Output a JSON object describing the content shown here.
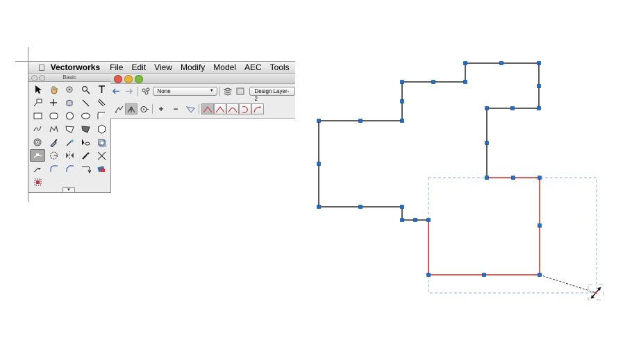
{
  "menubar": {
    "app_name": "Vectorworks",
    "items": [
      "File",
      "Edit",
      "View",
      "Modify",
      "Model",
      "AEC",
      "Tools"
    ]
  },
  "tool_palette": {
    "title": "Basic",
    "tools": [
      {
        "icon": "selection-arrow-icon"
      },
      {
        "icon": "pan-hand-icon"
      },
      {
        "icon": "flyover-icon"
      },
      {
        "icon": "zoom-icon"
      },
      {
        "icon": "text-tool-icon"
      },
      {
        "icon": "callout-icon"
      },
      {
        "icon": "locus-icon"
      },
      {
        "icon": "3d-locus-icon"
      },
      {
        "icon": "line-icon"
      },
      {
        "icon": "double-line-icon"
      },
      {
        "icon": "rectangle-icon"
      },
      {
        "icon": "rounded-rectangle-icon"
      },
      {
        "icon": "circle-icon"
      },
      {
        "icon": "oval-icon"
      },
      {
        "icon": "arc-icon"
      },
      {
        "icon": "freehand-icon"
      },
      {
        "icon": "polyline-icon"
      },
      {
        "icon": "polygon-icon"
      },
      {
        "icon": "double-line-polygon-icon"
      },
      {
        "icon": "regular-polygon-icon"
      },
      {
        "icon": "spiral-icon"
      },
      {
        "icon": "eyedropper-icon"
      },
      {
        "icon": "magic-wand-icon"
      },
      {
        "icon": "visibility-icon"
      },
      {
        "icon": "clip-cube-icon"
      },
      {
        "icon": "reshape-icon",
        "selected": true
      },
      {
        "icon": "rotate-icon"
      },
      {
        "icon": "mirror-icon"
      },
      {
        "icon": "split-icon"
      },
      {
        "icon": "trim-icon"
      },
      {
        "icon": "move-by-points-icon"
      },
      {
        "icon": "fillet-icon"
      },
      {
        "icon": "chamfer-icon"
      },
      {
        "icon": "connect-combine-icon"
      },
      {
        "icon": "attribute-mapping-icon"
      },
      {
        "icon": "offset-icon"
      }
    ]
  },
  "view_bar": {
    "class_dropdown": "None",
    "layer_dropdown": "Design Layer-2",
    "nav_icons": [
      "back-arrow-icon",
      "forward-arrow-icon",
      "class-icon",
      "layer-icon"
    ],
    "mode_icons": [
      "reshape-mode-icon",
      "move-vertex-mode-icon",
      "rotate-vertex-mode-icon"
    ],
    "add_vertex_label": "+",
    "delete_vertex_label": "−",
    "vertex_type_icons": [
      "corner-vertex-icon",
      "bezier-vertex-icon",
      "cubic-vertex-icon",
      "arc-vertex-icon",
      "radius-vertex-icon"
    ]
  },
  "colors": {
    "black_outline": "#000000",
    "selected_edge": "#d52b2b",
    "vertex_handle": "#1d6fd1",
    "marquee": "#8fb0d0"
  }
}
